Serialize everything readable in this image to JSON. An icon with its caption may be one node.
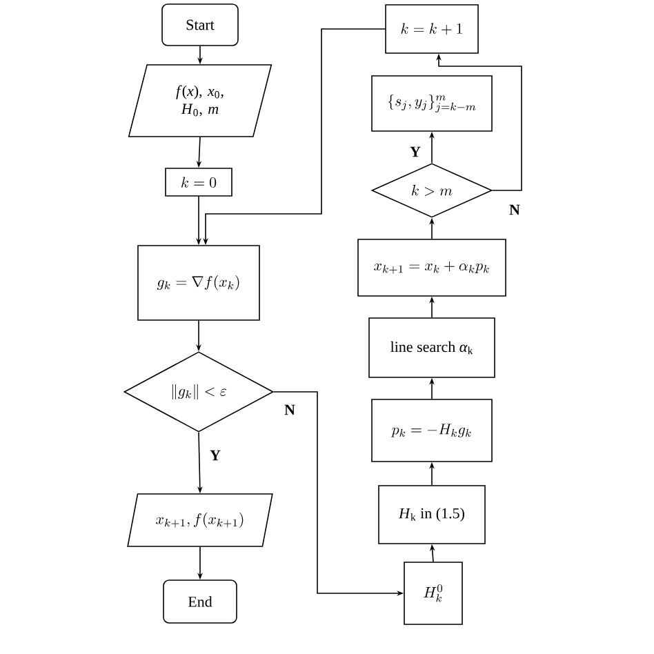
{
  "diagram": {
    "nodes": [
      {
        "text": [
          "Start"
        ]
      },
      {
        "text": [
          "*f*(*x*), *x*$_{0}$, *H*$_{0}$, *m*"
        ]
      },
      {
        "text": [
          "k=0"
        ]
      },
      {
        "text": [
          "g_k=\\nabla f(x_k)"
        ]
      },
      {
        "text": [
          "\\|g_k\\|<\\varepsilon"
        ]
      },
      {
        "text": [
          "x_{k+1}, f(x_{k+1})"
        ]
      },
      {
        "text": [
          "End"
        ]
      },
      {
        "text": [
          "k=k+1"
        ]
      },
      {
        "text": [
          "\\{s_j, y_j\\}_{j=k-m}^{m}"
        ]
      },
      {
        "text": [
          "k>m"
        ]
      },
      {
        "text": [
          "x_{k+1}=x_k+\\alpha_k p_k"
        ]
      },
      {
        "text": [
          "line search *α*$_{k}$"
        ]
      },
      {
        "text": [
          "p_k=-H_k g_k"
        ]
      },
      {
        "text": [
          "*H*$_{k}$ in (1.5)"
        ]
      },
      {
        "text": [
          "H_k^0"
        ]
      }
    ],
    "edges": [
      {
        "from": 0,
        "to": 1,
        "arrow": "to"
      },
      {
        "from": 1,
        "to": 2,
        "arrow": "to"
      },
      {
        "from": 2,
        "to": 3,
        "arrow": "to"
      },
      {
        "from": 7,
        "to": 3,
        "arrow": "to"
      },
      {
        "from": 3,
        "to": 4,
        "arrow": "to"
      },
      {
        "from": 4,
        "to": 5,
        "arrow": "to",
        "label": "Y"
      },
      {
        "from": 5,
        "to": 6,
        "arrow": "to"
      },
      {
        "from": 4,
        "to": 14,
        "arrow": "to",
        "label": "N"
      },
      {
        "from": 14,
        "to": 13,
        "arrow": "to"
      },
      {
        "from": 13,
        "to": 12,
        "arrow": "to"
      },
      {
        "from": 12,
        "to": 11,
        "arrow": "to"
      },
      {
        "from": 11,
        "to": 10,
        "arrow": "to"
      },
      {
        "from": 10,
        "to": 9,
        "arrow": "to"
      },
      {
        "from": 9,
        "to": 8,
        "arrow": "to",
        "label": "Y"
      },
      {
        "from": 9,
        "to": 7,
        "arrow": "to",
        "label": "N"
      }
    ]
  }
}
